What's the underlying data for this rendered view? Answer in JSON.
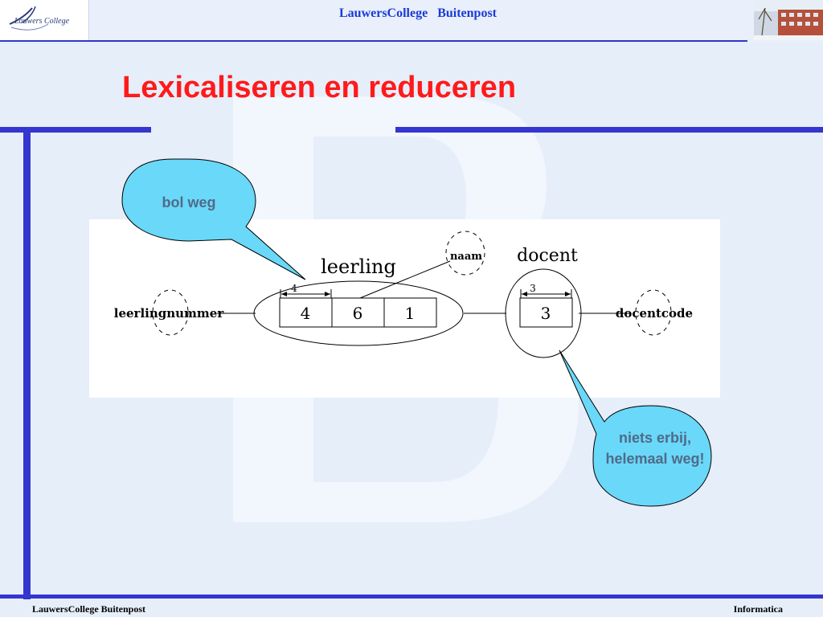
{
  "header": {
    "title": "LauwersCollege   Buitenpost",
    "logo_text": "Lauwers College"
  },
  "slide": {
    "title": "Lexicaliseren en reduceren"
  },
  "diagram": {
    "entity_left": "leerling",
    "entity_right": "docent",
    "cells_left": [
      "4",
      "6",
      "1"
    ],
    "cells_right": [
      "3"
    ],
    "length_left": "4",
    "length_right": "3",
    "attr_left": "leerlingnummer",
    "attr_top": "naam",
    "attr_right": "docentcode"
  },
  "callouts": {
    "first": "bol weg",
    "second": "niets erbij, helemaal weg!"
  },
  "footer": {
    "left": "LauwersCollege Buitenpost",
    "right": "Informatica"
  },
  "colors": {
    "frame_blue": "#3535d0",
    "title_red": "#ff1a1a",
    "callout_fill": "#6ad8f8",
    "callout_text": "#4f6a8a",
    "header_blue": "#1a3ad6"
  }
}
